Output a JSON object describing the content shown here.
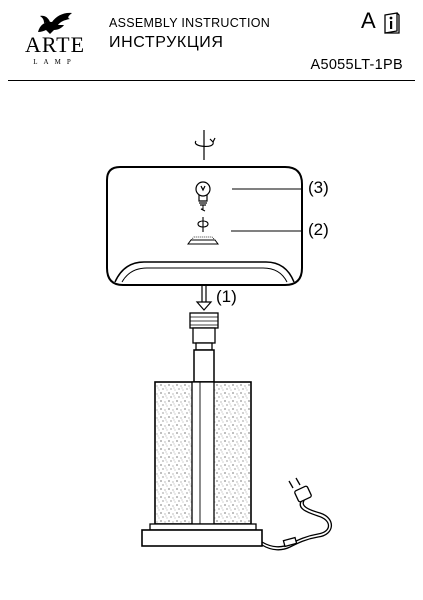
{
  "header": {
    "brand": "ARTE",
    "brand_sub": "LAMP",
    "title_en": "ASSEMBLY INSTRUCTION",
    "title_ru": "ИНСТРУКЦИЯ",
    "model": "A5055LT-1PB",
    "energy_class": "A",
    "info_icon": "info-icon"
  },
  "diagram": {
    "callouts": [
      "(3)",
      "(2)",
      "(1)"
    ],
    "icons": [
      "rotate-icon",
      "bulb-icon",
      "down-arrow-icon",
      "shade",
      "lamp-base",
      "power-cord",
      "plug"
    ]
  }
}
